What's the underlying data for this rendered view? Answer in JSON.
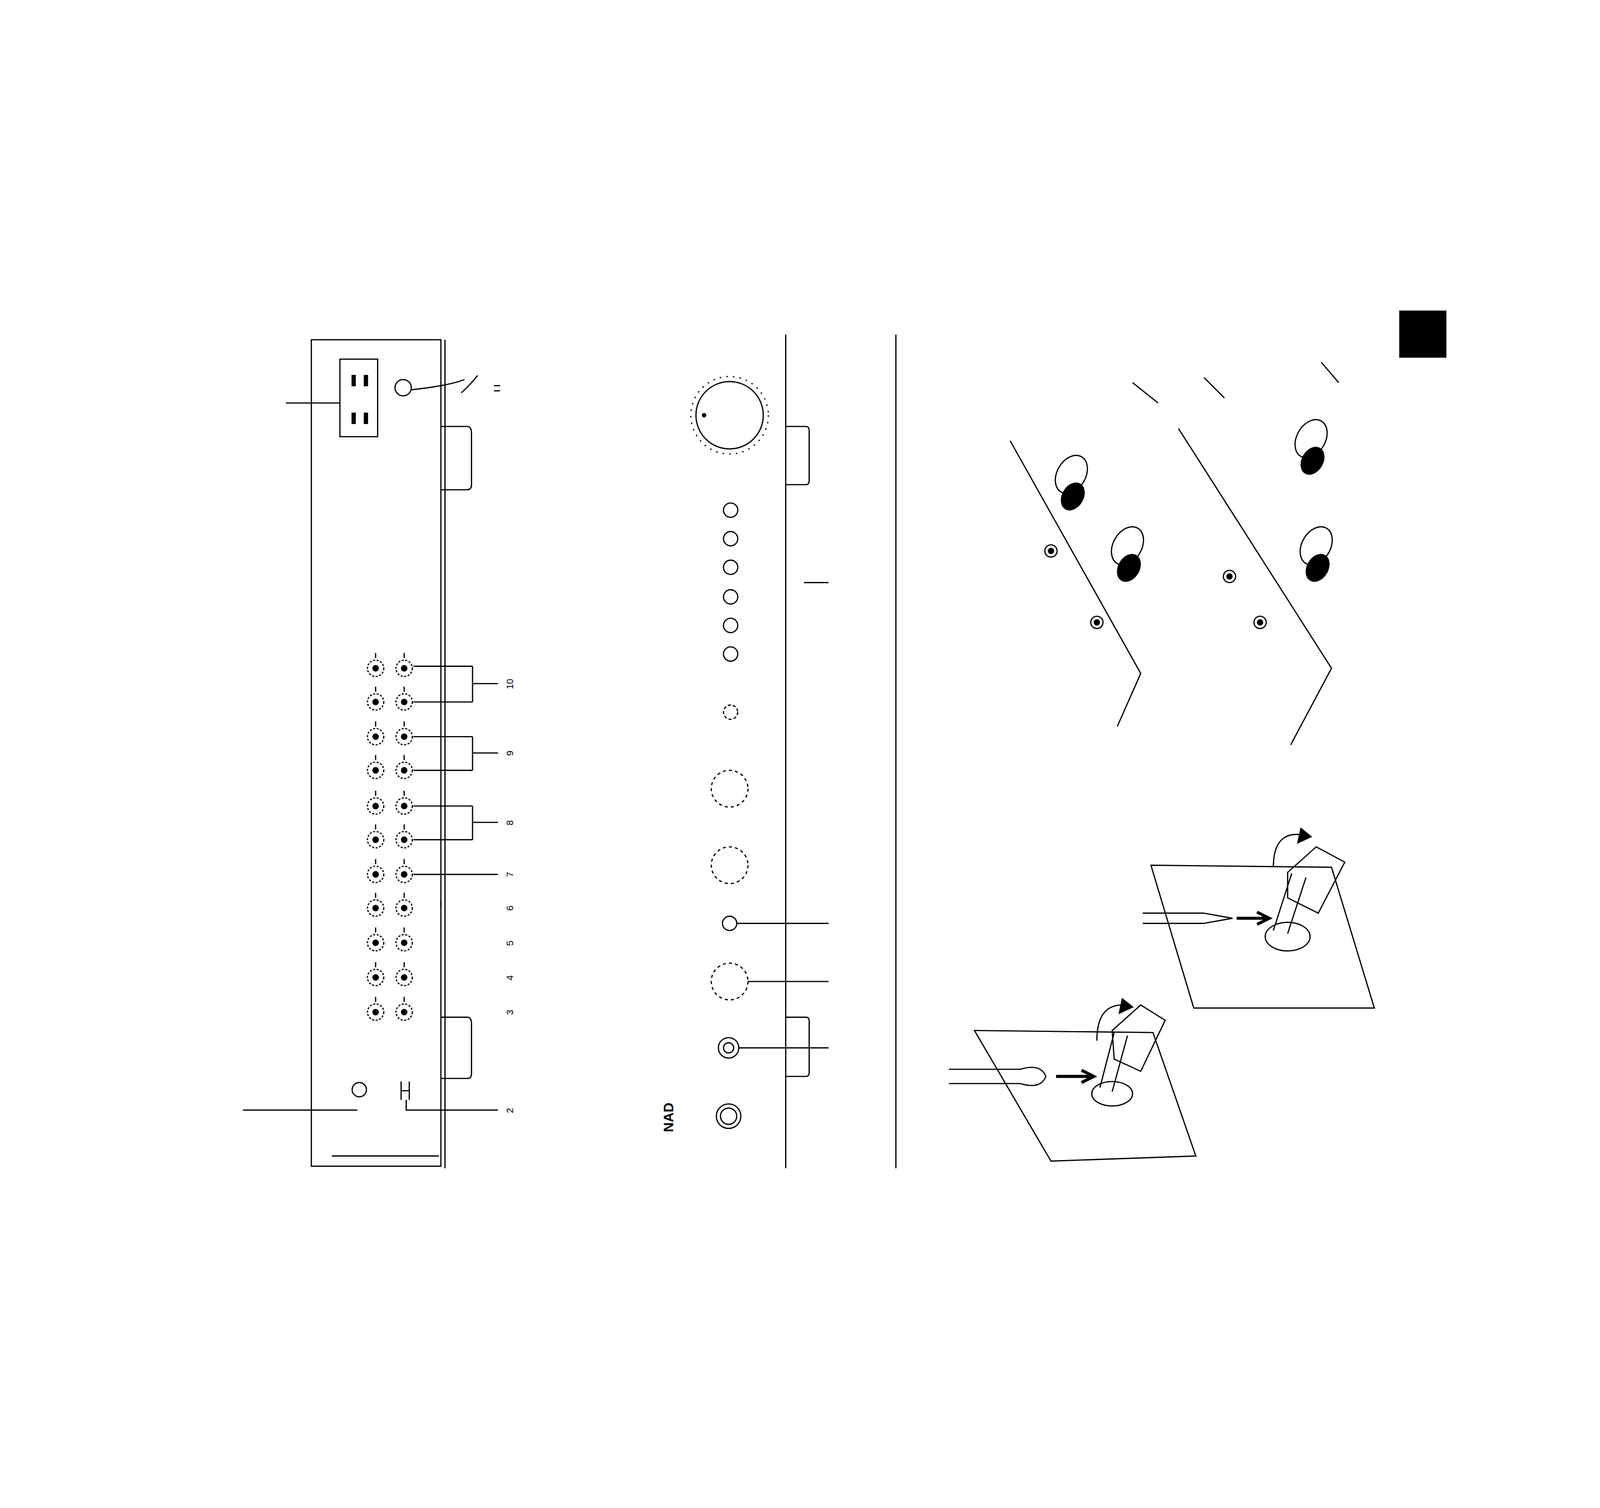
{
  "diagram": {
    "labels": [
      "10",
      "9",
      "8",
      "7",
      "6",
      "5",
      "4",
      "3",
      "2",
      "NAD"
    ]
  }
}
